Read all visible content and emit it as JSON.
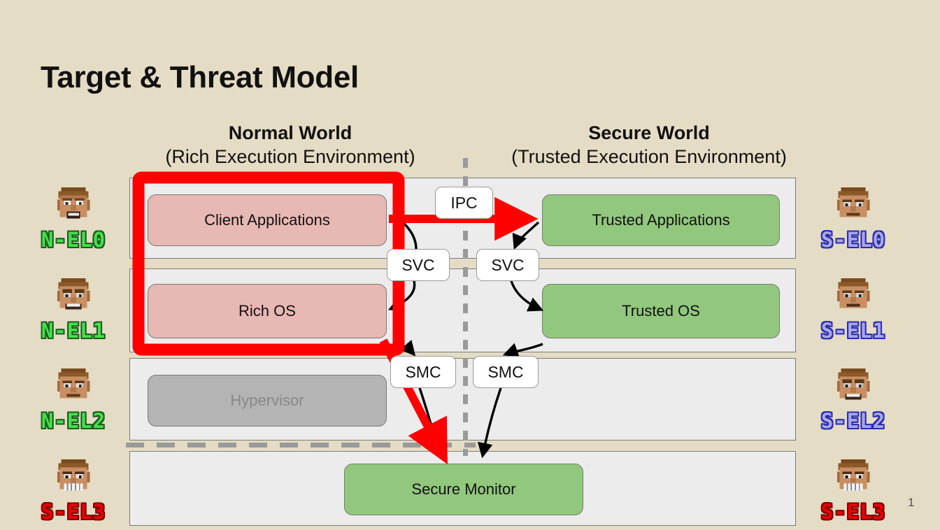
{
  "slide": {
    "title": "Target & Threat Model",
    "page_number": "1",
    "background_color": "#e4dcc4"
  },
  "worlds": {
    "normal": {
      "heading": "Normal World",
      "subheading": "(Rich Execution Environment)"
    },
    "secure": {
      "heading": "Secure World",
      "subheading": "(Trusted Execution Environment)"
    }
  },
  "components": {
    "client_applications": {
      "label": "Client Applications",
      "color": "#e8b8b4"
    },
    "rich_os": {
      "label": "Rich OS",
      "color": "#e8b8b4"
    },
    "hypervisor": {
      "label": "Hypervisor",
      "color": "#b4b4b4"
    },
    "trusted_applications": {
      "label": "Trusted Applications",
      "color": "#92c77e"
    },
    "trusted_os": {
      "label": "Trusted OS",
      "color": "#92c77e"
    },
    "secure_monitor": {
      "label": "Secure Monitor",
      "color": "#92c77e"
    }
  },
  "call_labels": {
    "ipc": "IPC",
    "svc_left": "SVC",
    "svc_right": "SVC",
    "smc_left": "SMC",
    "smc_right": "SMC"
  },
  "exception_levels": {
    "left": [
      {
        "label": "N-EL0",
        "color": "#44e04a",
        "tone": "green",
        "face": "shouting"
      },
      {
        "label": "N-EL1",
        "color": "#44e04a",
        "tone": "green",
        "face": "angry"
      },
      {
        "label": "N-EL2",
        "color": "#44e04a",
        "tone": "green",
        "face": "neutral"
      },
      {
        "label": "S-EL3",
        "color": "#ee0000",
        "tone": "red",
        "face": "grinning"
      }
    ],
    "right": [
      {
        "label": "S-EL0",
        "color": "#a8a8e8",
        "tone": "blue",
        "face": "neutral"
      },
      {
        "label": "S-EL1",
        "color": "#a8a8e8",
        "tone": "blue",
        "face": "neutral"
      },
      {
        "label": "S-EL2",
        "color": "#a8a8e8",
        "tone": "blue",
        "face": "angry"
      },
      {
        "label": "S-EL3",
        "color": "#ee0000",
        "tone": "red",
        "face": "grinning"
      }
    ]
  },
  "annotations": {
    "threat_highlight_color": "#ff0000",
    "threat_highlight_targets": "Client Applications and Rich OS",
    "attack_arrow_targets": "Trusted Applications, Secure Monitor"
  }
}
